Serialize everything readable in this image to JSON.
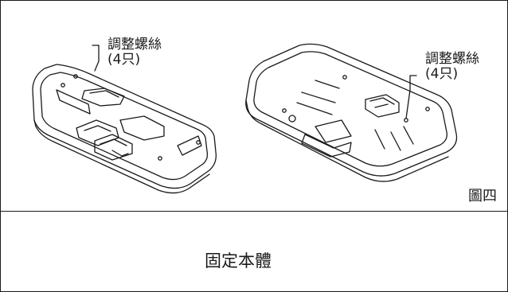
{
  "figure": {
    "left_callout": {
      "line1": "調整螺絲",
      "line2": "(4只)"
    },
    "right_callout": {
      "line1": "調整螺絲",
      "line2": "(4只)"
    },
    "figure_number": "圖四"
  },
  "caption": {
    "text": "固定本體"
  }
}
